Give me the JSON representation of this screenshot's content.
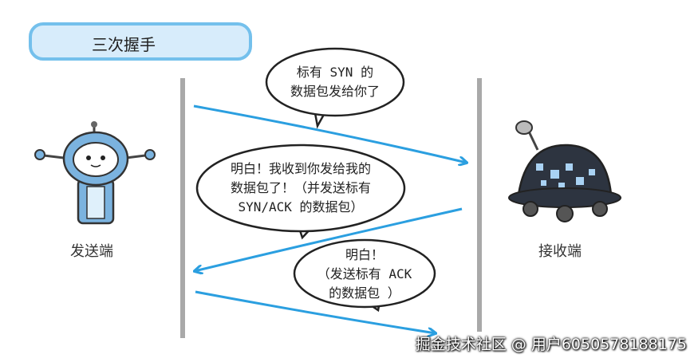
{
  "title": "三次握手",
  "sender_label": "发送端",
  "receiver_label": "接收端",
  "bubbles": [
    {
      "lines": [
        "标有 SYN 的",
        "数据包发给你了"
      ]
    },
    {
      "lines": [
        "明白！我收到你发给我的",
        "数据包了！（并发送标有",
        "SYN/ACK 的数据包）"
      ]
    },
    {
      "lines": [
        "明白！",
        "（发送标有 ACK",
        "的数据包 ）"
      ]
    }
  ],
  "watermark": "掘金技术社区 @ 用户6050578188175",
  "colors": {
    "arrow": "#2b9fe0",
    "title_fill": "#d7ecfb",
    "title_border": "#74c0ec",
    "line": "#a9a9a9"
  }
}
